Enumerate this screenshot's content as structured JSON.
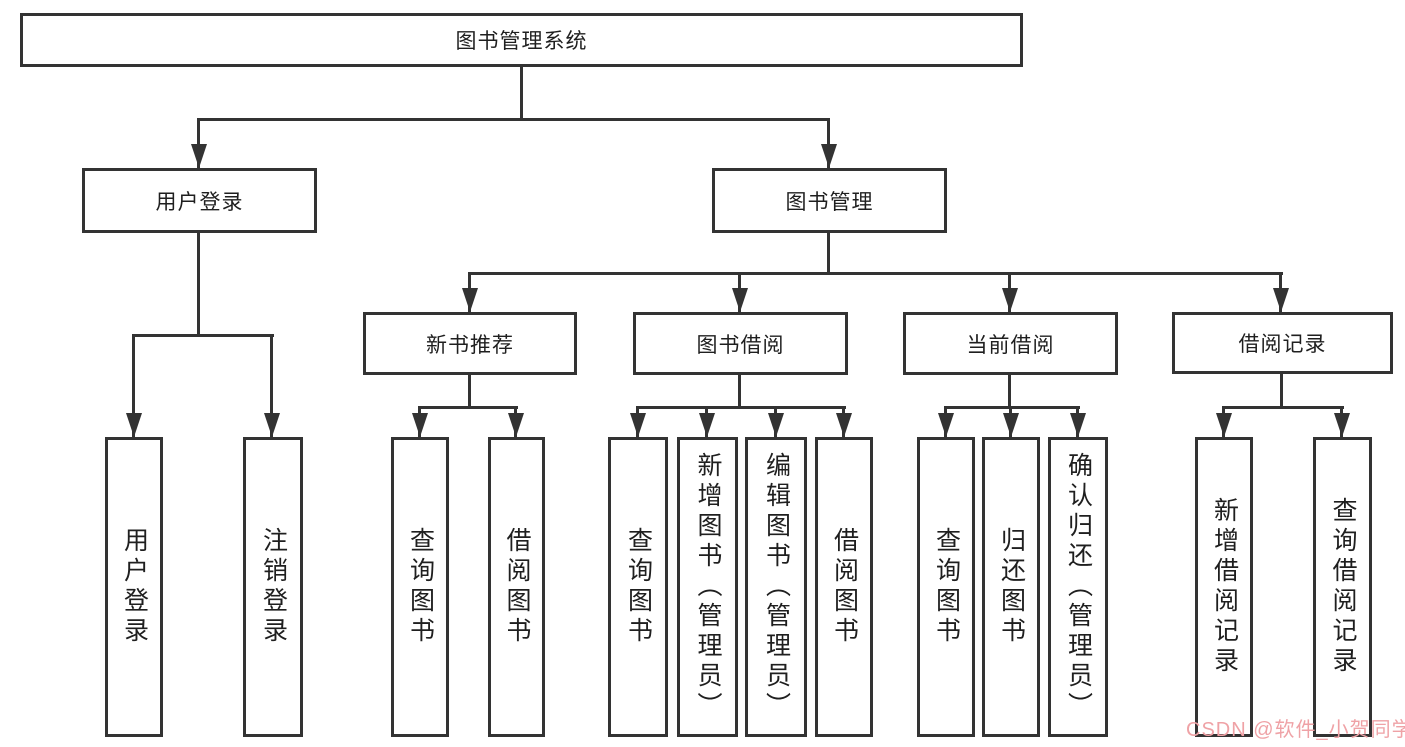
{
  "tree": {
    "root": {
      "label": "图书管理系统"
    },
    "branches": [
      {
        "label": "用户登录",
        "children": [
          {
            "label": "用户登录"
          },
          {
            "label": "注销登录"
          }
        ]
      },
      {
        "label": "图书管理",
        "children": [
          {
            "label": "新书推荐",
            "children": [
              {
                "label": "查询图书"
              },
              {
                "label": "借阅图书"
              }
            ]
          },
          {
            "label": "图书借阅",
            "children": [
              {
                "label": "查询图书"
              },
              {
                "label": "新增图书（管理员）"
              },
              {
                "label": "编辑图书（管理员）"
              },
              {
                "label": "借阅图书"
              }
            ]
          },
          {
            "label": "当前借阅",
            "children": [
              {
                "label": "查询图书"
              },
              {
                "label": "归还图书"
              },
              {
                "label": "确认归还（管理员）"
              }
            ]
          },
          {
            "label": "借阅记录",
            "children": [
              {
                "label": "新增借阅记录"
              },
              {
                "label": "查询借阅记录"
              }
            ]
          }
        ]
      }
    ]
  },
  "watermark": {
    "text": "CSDN @软件_小贺同学",
    "color": "#efa2a6"
  },
  "colors": {
    "line": "#333333",
    "box_border": "#333333",
    "background": "#ffffff",
    "text": "#1f1f1f"
  }
}
